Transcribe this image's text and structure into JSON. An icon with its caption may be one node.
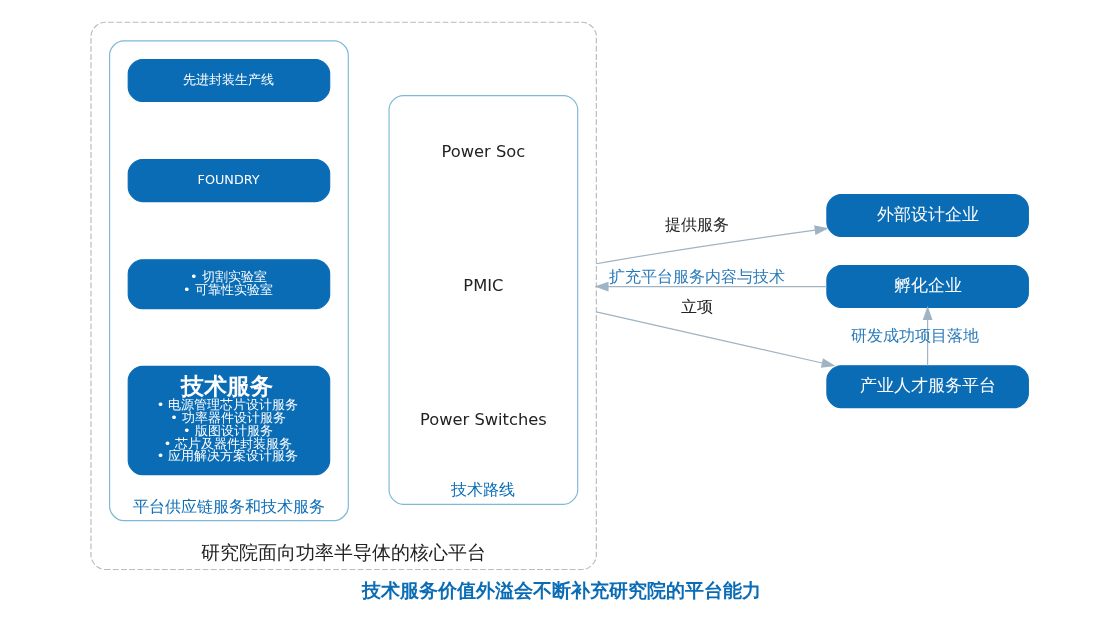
{
  "diagram": {
    "caption": "技术服务价值外溢会不断补充研究院的平台能力",
    "nodes": [
      {
        "text": [
          "研究院面向功率半导体的核心平台"
        ]
      },
      {
        "text": [
          "平台供应链服务和技术服务"
        ],
        "in": 0
      },
      {
        "text": [
          "技术服务",
          "• 电源管理芯片设计服务",
          "• 功率器件设计服务",
          "• 版图设计服务",
          "• 芯片及器件封装服务",
          "• 应用解决方案设计服务"
        ],
        "in": 1
      },
      {
        "text": [
          "• 切割实验室",
          "• 可靠性实验室"
        ],
        "in": 1
      },
      {
        "text": [
          "FOUNDRY"
        ],
        "in": 1
      },
      {
        "text": [
          "先进封装生产线"
        ],
        "in": 1
      },
      {
        "text": [
          "技术路线"
        ],
        "in": 0
      },
      {
        "text": [
          "Power Switches"
        ],
        "in": 6
      },
      {
        "text": [
          "PMIC"
        ],
        "in": 6
      },
      {
        "text": [
          "Power Soc"
        ],
        "in": 6
      },
      {
        "text": [
          "外部设计企业"
        ]
      },
      {
        "text": [
          "孵化企业"
        ]
      },
      {
        "text": [
          "产业人才服务平台"
        ]
      }
    ],
    "edges": [
      {
        "from": 0,
        "to": 10,
        "arrow": "to",
        "label": "提供服务"
      },
      {
        "from": 11,
        "to": 0,
        "arrow": "to",
        "label": "扩充平台服务内容与技术"
      },
      {
        "from": 0,
        "to": 12,
        "arrow": "to",
        "label": "立项"
      },
      {
        "from": 12,
        "to": 11,
        "arrow": "to",
        "label": "研发成功项目落地"
      }
    ]
  }
}
